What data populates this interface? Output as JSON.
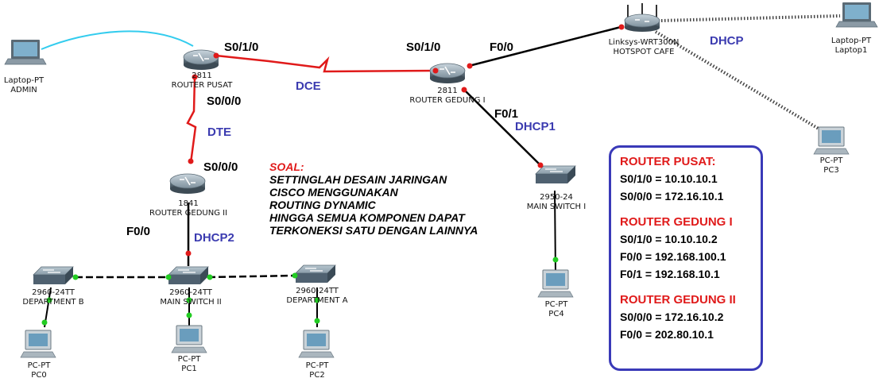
{
  "devices": {
    "laptop_admin": {
      "type": "Laptop-PT",
      "name": "ADMIN"
    },
    "router_pusat": {
      "type": "2811",
      "name": "ROUTER PUSAT"
    },
    "router_gedung1": {
      "type": "2811",
      "name": "ROUTER GEDUNG I"
    },
    "router_gedung2": {
      "type": "1841",
      "name": "ROUTER GEDUNG II"
    },
    "linksys": {
      "type": "Linksys-WRT300N",
      "name": "HOTSPOT CAFE"
    },
    "laptop1": {
      "type": "Laptop-PT",
      "name": "Laptop1"
    },
    "pc3": {
      "type": "PC-PT",
      "name": "PC3"
    },
    "main_switch1": {
      "type": "2950-24",
      "name": "MAIN SWITCH I"
    },
    "pc4": {
      "type": "PC-PT",
      "name": "PC4"
    },
    "main_switch2": {
      "type": "2960-24TT",
      "name": "MAIN SWITCH II"
    },
    "dept_b": {
      "type": "2960-24TT",
      "name": "DEPARTMENT B"
    },
    "dept_a": {
      "type": "2960-24TT",
      "name": "DEPARTMENT A"
    },
    "pc0": {
      "type": "PC-PT",
      "name": "PC0"
    },
    "pc1": {
      "type": "PC-PT",
      "name": "PC1"
    },
    "pc2": {
      "type": "PC-PT",
      "name": "PC2"
    }
  },
  "port_labels": {
    "pusat_s010": "S0/1/0",
    "pusat_s000": "S0/0/0",
    "gedung1_s010": "S0/1/0",
    "gedung1_f00": "F0/0",
    "gedung1_f01": "F0/1",
    "gedung2_s000": "S0/0/0",
    "gedung2_f00": "F0/0"
  },
  "link_labels": {
    "dce": "DCE",
    "dte": "DTE",
    "dhcp": "DHCP",
    "dhcp1": "DHCP1",
    "dhcp2": "DHCP2"
  },
  "soal": {
    "title": "SOAL:",
    "lines": [
      "SETTINGLAH DESAIN JARINGAN",
      "CISCO MENGGUNAKAN",
      "ROUTING DYNAMIC",
      "HINGGA SEMUA KOMPONEN DAPAT",
      "TERKONEKSI SATU DENGAN LAINNYA"
    ]
  },
  "config": {
    "router_pusat": {
      "title": "ROUTER PUSAT:",
      "lines": [
        "S0/1/0 = 10.10.10.1",
        "S0/0/0 = 172.16.10.1"
      ]
    },
    "router_gedung1": {
      "title": "ROUTER GEDUNG I",
      "lines": [
        "S0/1/0 = 10.10.10.2",
        "F0/0 = 192.168.100.1",
        "F0/1 = 192.168.10.1"
      ]
    },
    "router_gedung2": {
      "title": "ROUTER GEDUNG II",
      "lines": [
        "S0/0/0 = 172.16.10.2",
        "F0/0 = 202.80.10.1"
      ]
    }
  },
  "colors": {
    "serial_link": "#e01a1a",
    "ethernet_link": "#000000",
    "console_link": "#33ccee",
    "port_up": "#22cc22",
    "port_down": "#e01a1a",
    "blue_label": "#3b3bb0"
  }
}
